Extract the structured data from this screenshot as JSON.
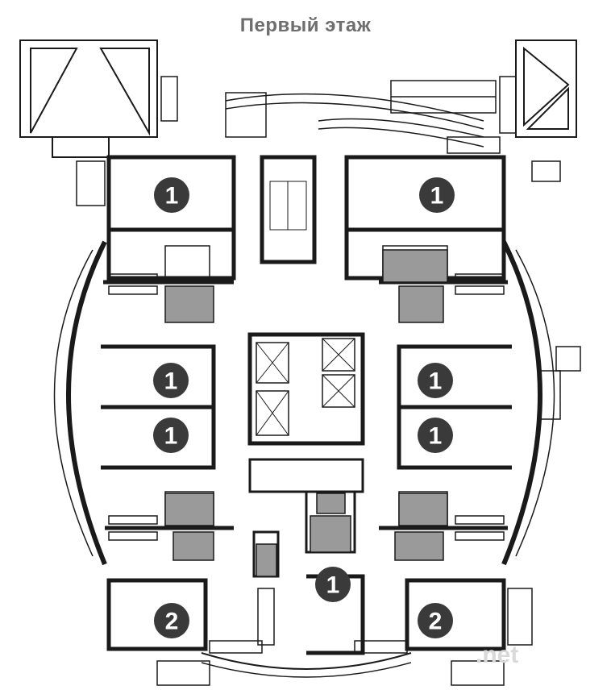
{
  "title": "Первый этаж",
  "watermark": ".net",
  "colors": {
    "wall": "#1a1a1a",
    "badge": "#3a3a3a",
    "wet_room": "#9a9a9a",
    "title": "#6e6e6e"
  },
  "apartments": [
    {
      "id": "apt-nw",
      "rooms": "1"
    },
    {
      "id": "apt-ne",
      "rooms": "1"
    },
    {
      "id": "apt-w-upper",
      "rooms": "1"
    },
    {
      "id": "apt-e-upper",
      "rooms": "1"
    },
    {
      "id": "apt-w-lower",
      "rooms": "1"
    },
    {
      "id": "apt-e-lower",
      "rooms": "1"
    },
    {
      "id": "apt-s-center",
      "rooms": "1"
    },
    {
      "id": "apt-sw",
      "rooms": "2"
    },
    {
      "id": "apt-se",
      "rooms": "2"
    }
  ]
}
